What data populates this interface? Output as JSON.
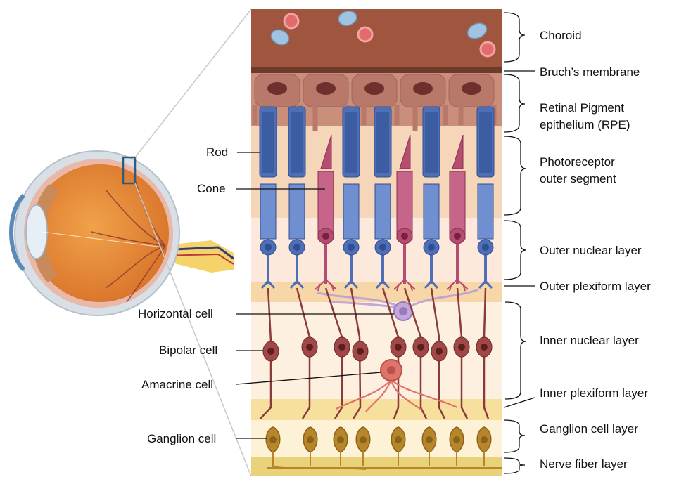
{
  "layers_right": [
    {
      "id": "choroid",
      "label": "Choroid"
    },
    {
      "id": "bruch",
      "label": "Bruch’s membrane"
    },
    {
      "id": "rpe",
      "label1": "Retinal Pigment",
      "label2": "epithelium (RPE)"
    },
    {
      "id": "pos",
      "label1": "Photoreceptor",
      "label2": "outer segment"
    },
    {
      "id": "onl",
      "label": "Outer nuclear layer"
    },
    {
      "id": "opl",
      "label": "Outer plexiform layer"
    },
    {
      "id": "inl",
      "label": "Inner nuclear layer"
    },
    {
      "id": "ipl",
      "label": "Inner plexiform layer"
    },
    {
      "id": "gcl",
      "label": "Ganglion cell layer"
    },
    {
      "id": "nfl",
      "label": "Nerve fiber layer"
    }
  ],
  "cells_left": [
    {
      "id": "rod",
      "label": "Rod"
    },
    {
      "id": "cone",
      "label": "Cone"
    },
    {
      "id": "horizontal",
      "label": "Horizontal cell"
    },
    {
      "id": "bipolar",
      "label": "Bipolar cell"
    },
    {
      "id": "amacrine",
      "label": "Amacrine cell"
    },
    {
      "id": "ganglion",
      "label": "Ganglion cell"
    }
  ],
  "colors": {
    "choroid": "#a0553e",
    "bruch": "#6e3a2c",
    "rpe": "#c98f7a",
    "rod": "#4e6fb8",
    "cone": "#b54d72",
    "horizontal": "#b9a0d6",
    "bipolar": "#8a3b3b",
    "amacrine": "#e0736a",
    "ganglion": "#b8862a",
    "nerve_fiber": "#ead27a"
  }
}
